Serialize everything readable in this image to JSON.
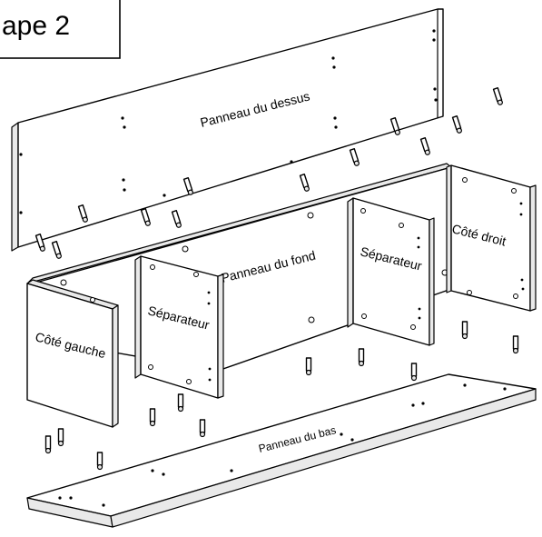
{
  "step": {
    "title": "ape 2"
  },
  "labels": {
    "top_panel": "Panneau du dessus",
    "back_panel": "Panneau du fond",
    "bottom_panel": "Panneau du bas",
    "left_side": "Côté gauche",
    "right_side": "Côté droit",
    "separator_left": "Séparateur",
    "separator_right": "Séparateur"
  },
  "colors": {
    "line": "#000000",
    "panel": "#ffffff",
    "edge": "#e9e9e9"
  }
}
